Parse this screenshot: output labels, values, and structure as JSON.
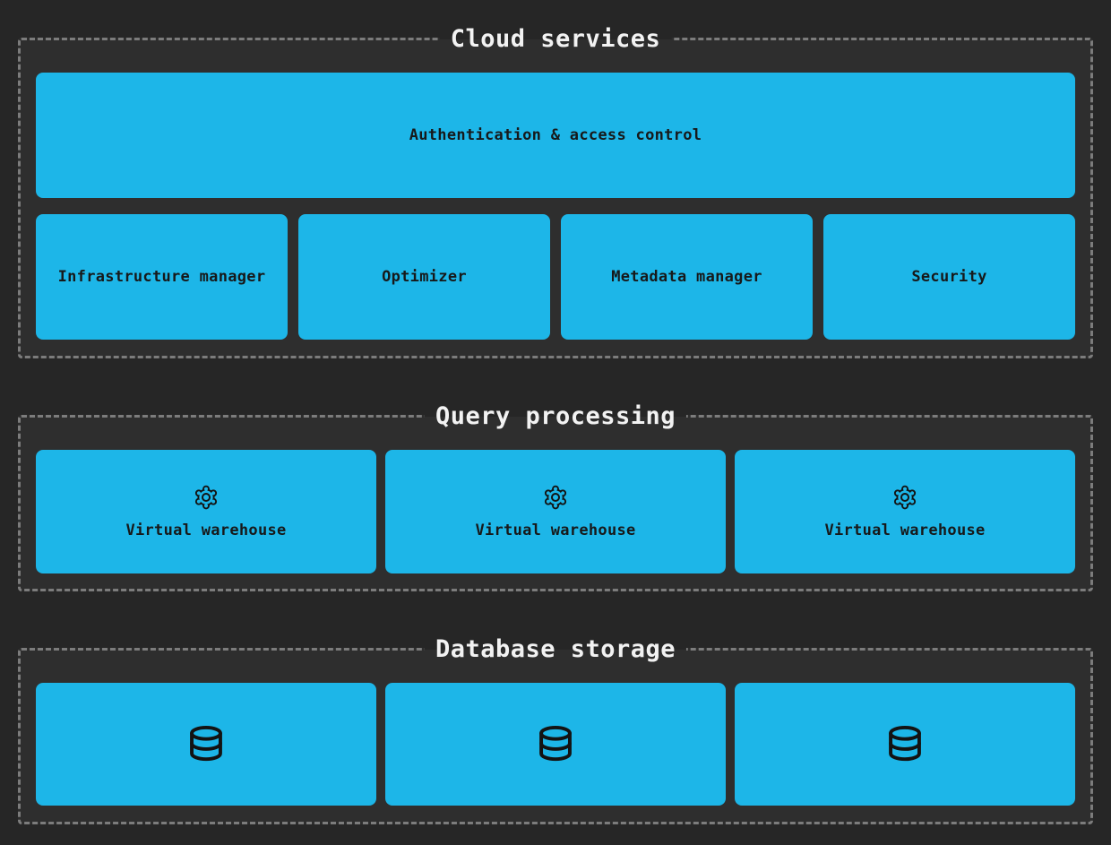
{
  "styles": {
    "accent": "#1db6e8",
    "page_background": "#262626",
    "section_background": "#2e2e2e",
    "dashed_border": "#7c7c7c",
    "title_color": "#f2f2f2",
    "label_color": "#17191a"
  },
  "cloud": {
    "title": "Cloud services",
    "auth_label": "Authentication & access control",
    "boxes": [
      "Infrastructure manager",
      "Optimizer",
      "Metadata manager",
      "Security"
    ]
  },
  "query": {
    "title": "Query processing",
    "warehouses": [
      "Virtual warehouse",
      "Virtual warehouse",
      "Virtual warehouse"
    ],
    "warehouse_icon": "gear-icon"
  },
  "storage": {
    "title": "Database storage",
    "database_count": 3,
    "database_icon": "database-icon"
  }
}
